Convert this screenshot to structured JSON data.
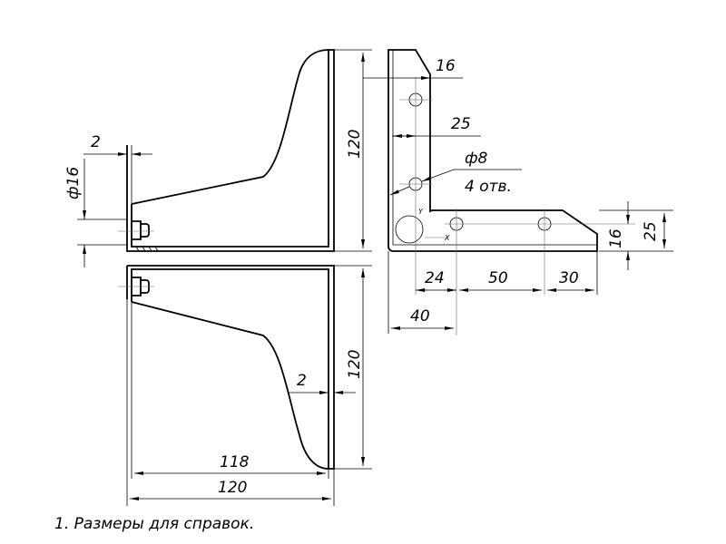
{
  "drawing": {
    "dimensions": {
      "side_top_height": "120",
      "side_top_thickness": "2",
      "side_top_diameter": "ф16",
      "side_bottom_height": "120",
      "side_bottom_thickness": "2",
      "width_inner": "118",
      "width_outer": "120",
      "plan_edge_16": "16",
      "plan_25_top": "25",
      "hole_diameter": "ф8",
      "hole_count": "4 отв.",
      "plan_24": "24",
      "plan_50": "50",
      "plan_30": "30",
      "plan_40": "40",
      "plan_16_right": "16",
      "plan_25_right": "25"
    },
    "axis_labels": {
      "x": "X",
      "y": "Y"
    },
    "note": "1. Размеры для справок."
  }
}
